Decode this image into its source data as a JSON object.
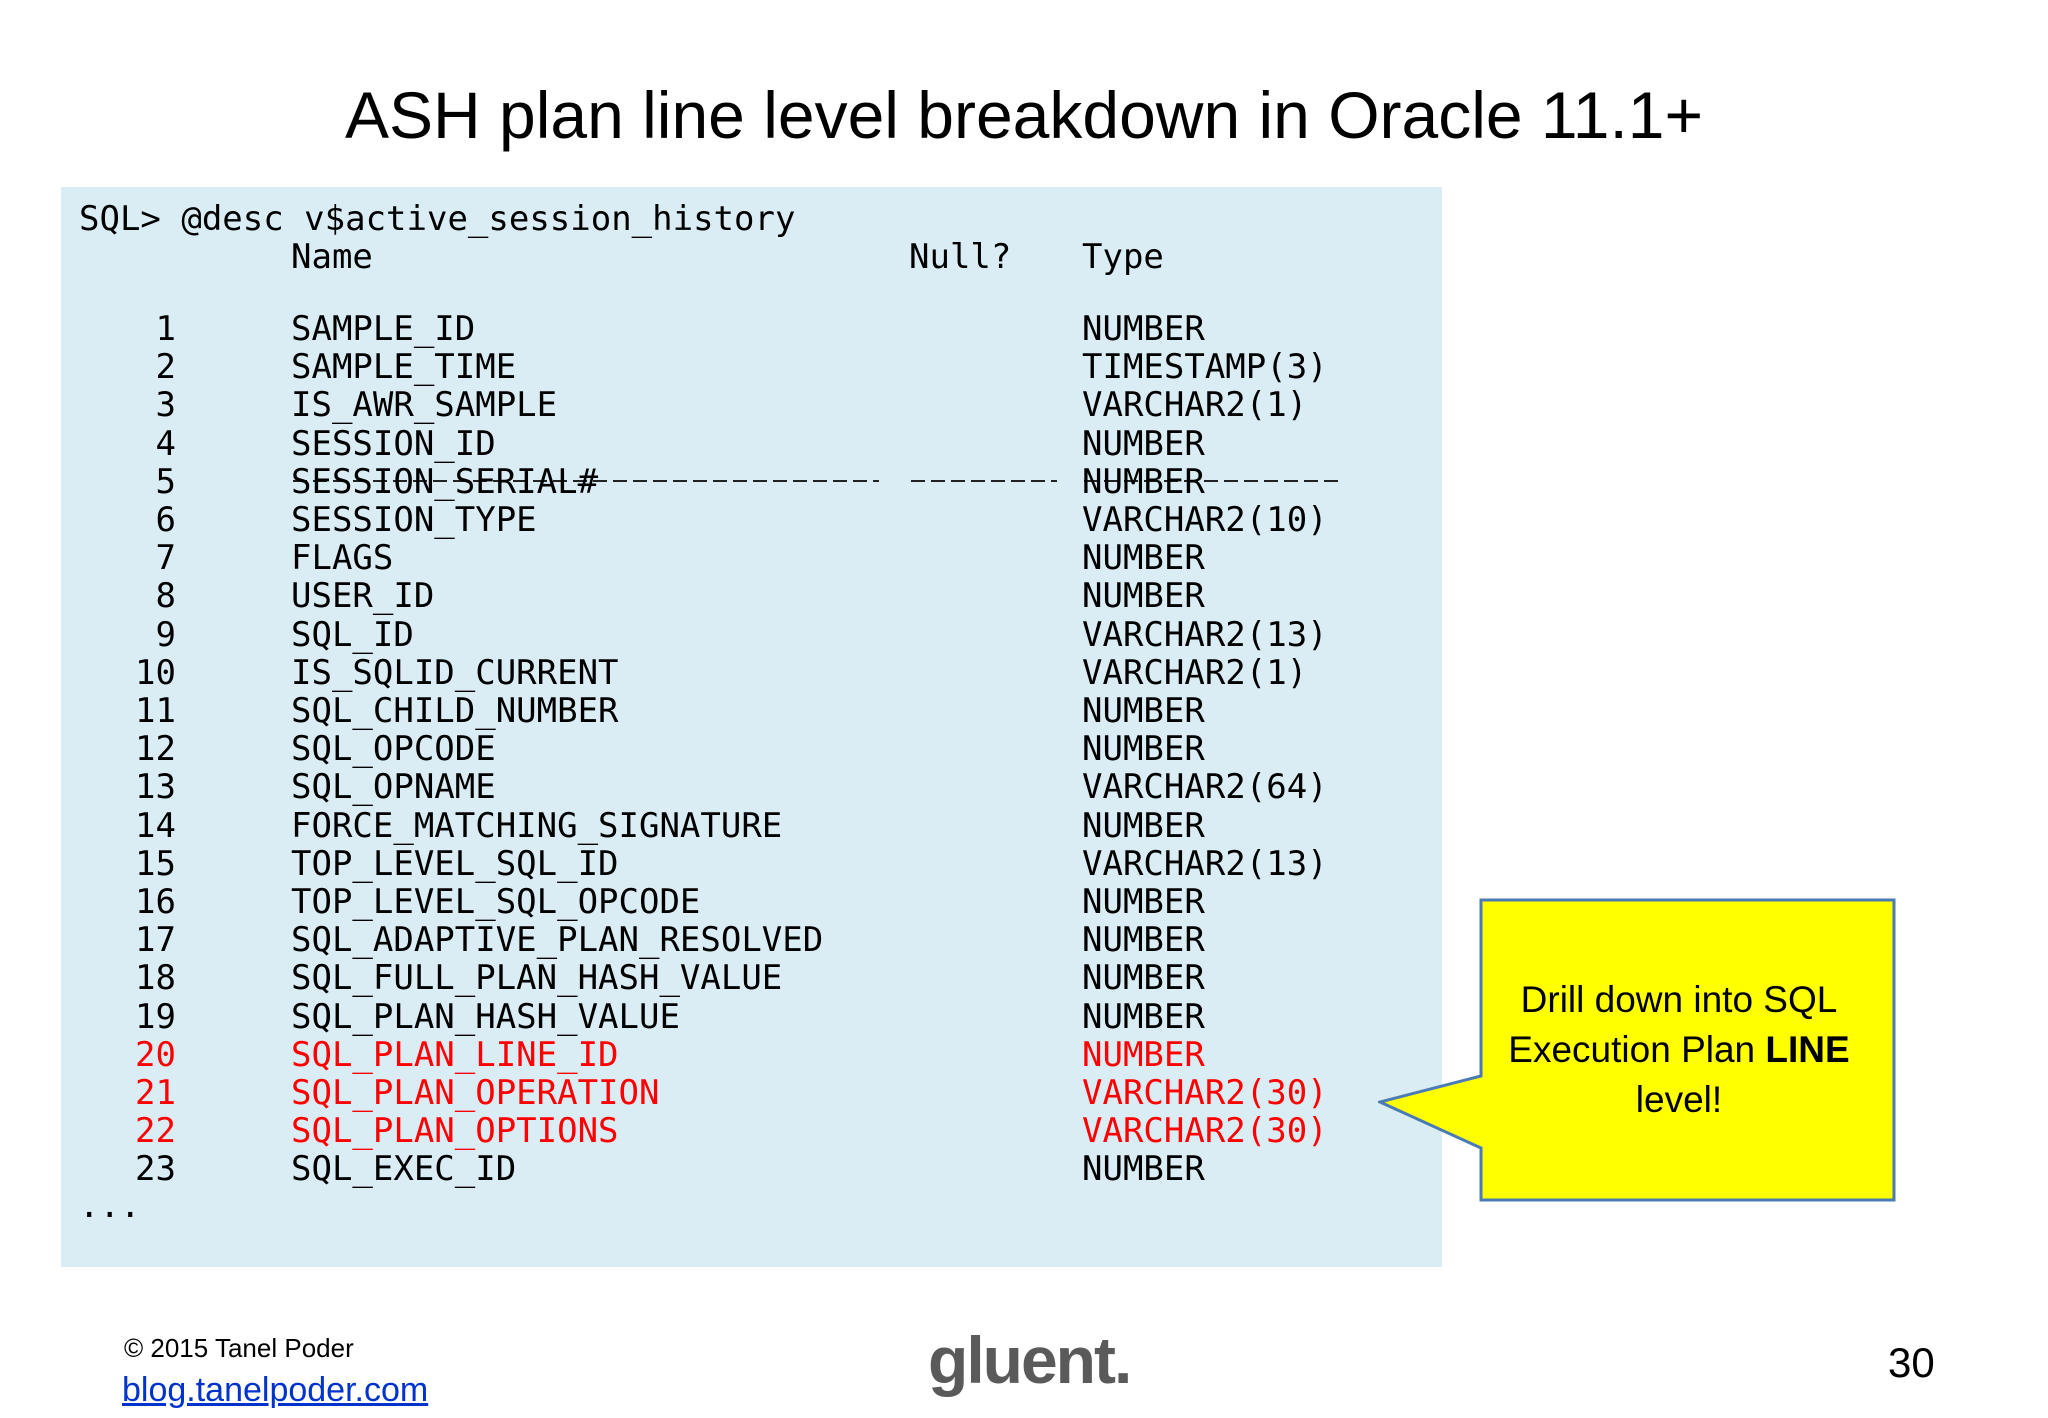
{
  "title": "ASH plan line level breakdown in Oracle 11.1+",
  "console": {
    "command": "SQL> @desc v$active_session_history",
    "headers": {
      "name": "Name",
      "null": "Null?",
      "type": "Type"
    },
    "rows": [
      {
        "num": "1",
        "name": "SAMPLE_ID",
        "type": "NUMBER",
        "highlight": false
      },
      {
        "num": "2",
        "name": "SAMPLE_TIME",
        "type": "TIMESTAMP(3)",
        "highlight": false
      },
      {
        "num": "3",
        "name": "IS_AWR_SAMPLE",
        "type": "VARCHAR2(1)",
        "highlight": false
      },
      {
        "num": "4",
        "name": "SESSION_ID",
        "type": "NUMBER",
        "highlight": false
      },
      {
        "num": "5",
        "name": "SESSION_SERIAL#",
        "type": "NUMBER",
        "highlight": false
      },
      {
        "num": "6",
        "name": "SESSION_TYPE",
        "type": "VARCHAR2(10)",
        "highlight": false
      },
      {
        "num": "7",
        "name": "FLAGS",
        "type": "NUMBER",
        "highlight": false
      },
      {
        "num": "8",
        "name": "USER_ID",
        "type": "NUMBER",
        "highlight": false
      },
      {
        "num": "9",
        "name": "SQL_ID",
        "type": "VARCHAR2(13)",
        "highlight": false
      },
      {
        "num": "10",
        "name": "IS_SQLID_CURRENT",
        "type": "VARCHAR2(1)",
        "highlight": false
      },
      {
        "num": "11",
        "name": "SQL_CHILD_NUMBER",
        "type": "NUMBER",
        "highlight": false
      },
      {
        "num": "12",
        "name": "SQL_OPCODE",
        "type": "NUMBER",
        "highlight": false
      },
      {
        "num": "13",
        "name": "SQL_OPNAME",
        "type": "VARCHAR2(64)",
        "highlight": false
      },
      {
        "num": "14",
        "name": "FORCE_MATCHING_SIGNATURE",
        "type": "NUMBER",
        "highlight": false
      },
      {
        "num": "15",
        "name": "TOP_LEVEL_SQL_ID",
        "type": "VARCHAR2(13)",
        "highlight": false
      },
      {
        "num": "16",
        "name": "TOP_LEVEL_SQL_OPCODE",
        "type": "NUMBER",
        "highlight": false
      },
      {
        "num": "17",
        "name": "SQL_ADAPTIVE_PLAN_RESOLVED",
        "type": "NUMBER",
        "highlight": false
      },
      {
        "num": "18",
        "name": "SQL_FULL_PLAN_HASH_VALUE",
        "type": "NUMBER",
        "highlight": false
      },
      {
        "num": "19",
        "name": "SQL_PLAN_HASH_VALUE",
        "type": "NUMBER",
        "highlight": false
      },
      {
        "num": "20",
        "name": "SQL_PLAN_LINE_ID",
        "type": "NUMBER",
        "highlight": true
      },
      {
        "num": "21",
        "name": "SQL_PLAN_OPERATION",
        "type": "VARCHAR2(30)",
        "highlight": true
      },
      {
        "num": "22",
        "name": "SQL_PLAN_OPTIONS",
        "type": "VARCHAR2(30)",
        "highlight": true
      },
      {
        "num": "23",
        "name": "SQL_EXEC_ID",
        "type": "NUMBER",
        "highlight": false
      }
    ],
    "ellipsis": "...",
    "highlight_color": "#ff0000"
  },
  "callout": {
    "text_before": "Drill down into SQL Execution Plan ",
    "text_bold": "LINE",
    "text_after": " level!",
    "fill_color": "#ffff00"
  },
  "footer": {
    "copyright": "© 2015 Tanel Poder",
    "link": "blog.tanelpoder.com",
    "logo": "gluent.",
    "page_number": "30"
  }
}
